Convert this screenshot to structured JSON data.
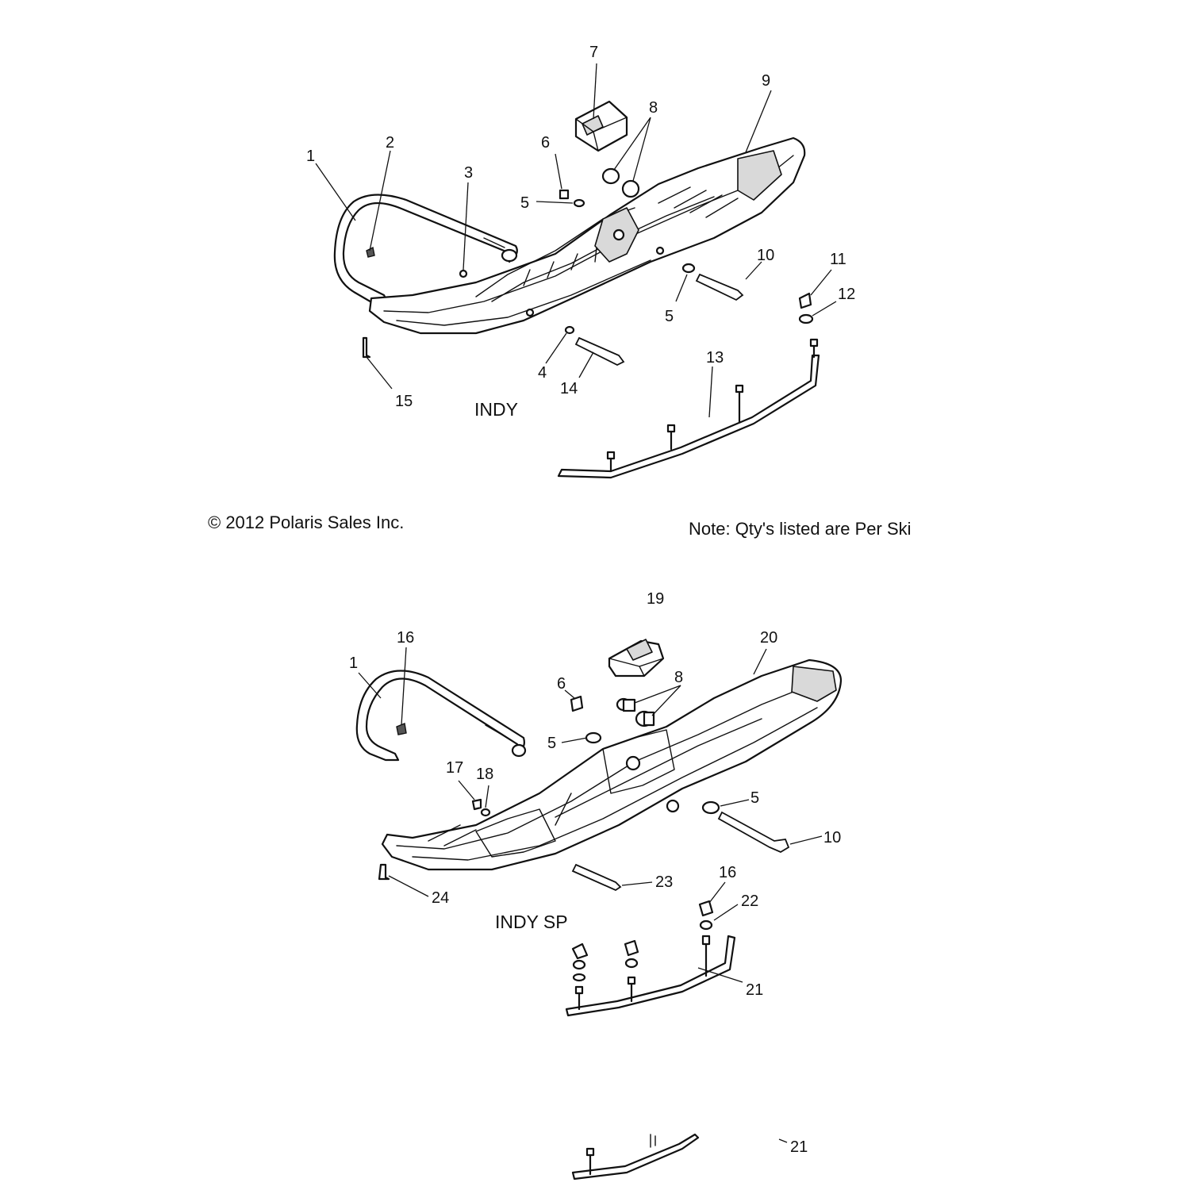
{
  "copyright": "© 2012 Polaris Sales Inc.",
  "note": "Note: Qty's listed are Per Ski",
  "sections": {
    "indy": {
      "caption": "INDY"
    },
    "indy_sp": {
      "caption": "INDY SP"
    }
  },
  "callouts": {
    "top": [
      "7",
      "9",
      "8",
      "2",
      "6",
      "1",
      "3",
      "5",
      "10",
      "11",
      "12",
      "5",
      "13",
      "4",
      "14",
      "15"
    ],
    "bottom": [
      "19",
      "16",
      "20",
      "1",
      "8",
      "6",
      "5",
      "17",
      "18",
      "5",
      "10",
      "23",
      "16",
      "24",
      "22",
      "21"
    ],
    "cropped": [
      "21"
    ]
  }
}
